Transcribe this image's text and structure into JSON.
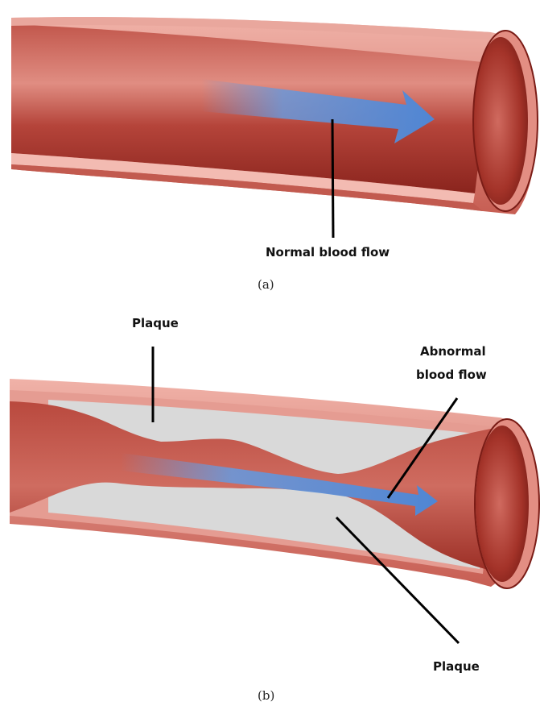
{
  "panel_a": {
    "caption": "(a)",
    "label_normal_flow": "Normal blood flow"
  },
  "panel_b": {
    "caption": "(b)",
    "label_plaque_top": "Plaque",
    "label_abnormal_flow_line1": "Abnormal",
    "label_abnormal_flow_line2": "blood flow",
    "label_plaque_bottom": "Plaque"
  },
  "colors": {
    "vessel_dark": "#9b2a22",
    "vessel_mid": "#b8443a",
    "vessel_light": "#d97a70",
    "wall_pink": "#e8a39a",
    "plaque_grey": "#d9d9d9",
    "arrow_blue": "#5b8fd6",
    "leader_line": "#000000"
  }
}
